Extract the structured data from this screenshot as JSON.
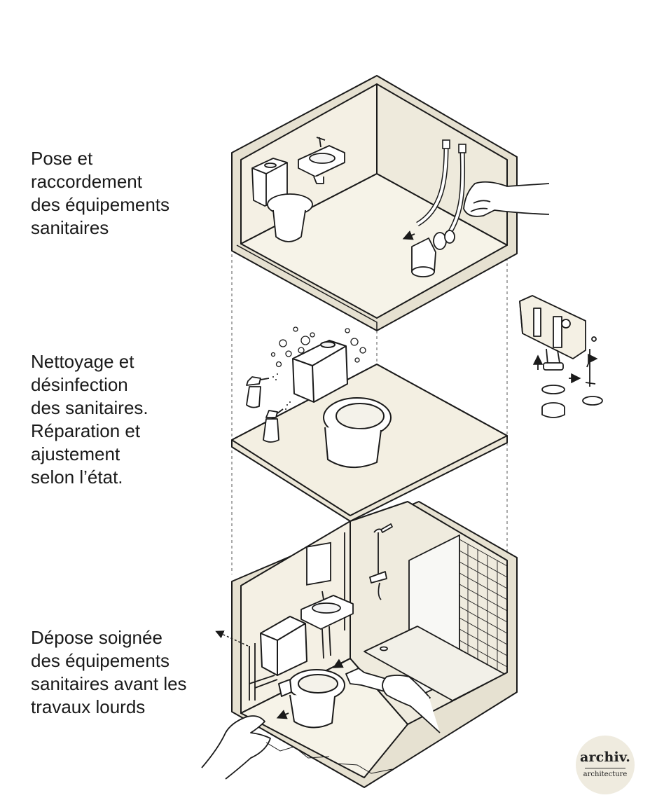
{
  "captions": {
    "top": [
      "Pose et",
      "raccordement",
      "des équipements",
      "sanitaires"
    ],
    "middle": [
      "Nettoyage et",
      "désinfection",
      "des sanitaires.",
      "Réparation et",
      "ajustement",
      "selon l’état."
    ],
    "bottom": [
      "Dépose soignée",
      "des équipements",
      "sanitaires avant les",
      "travaux lourds"
    ]
  },
  "logo": {
    "wordmark": "archiv.",
    "subtitle": "architecture"
  },
  "colors": {
    "panel": "#f3efe2",
    "wall": "#eae5d6",
    "line": "#1a1a1a",
    "logo_bg": "#efebdf"
  }
}
